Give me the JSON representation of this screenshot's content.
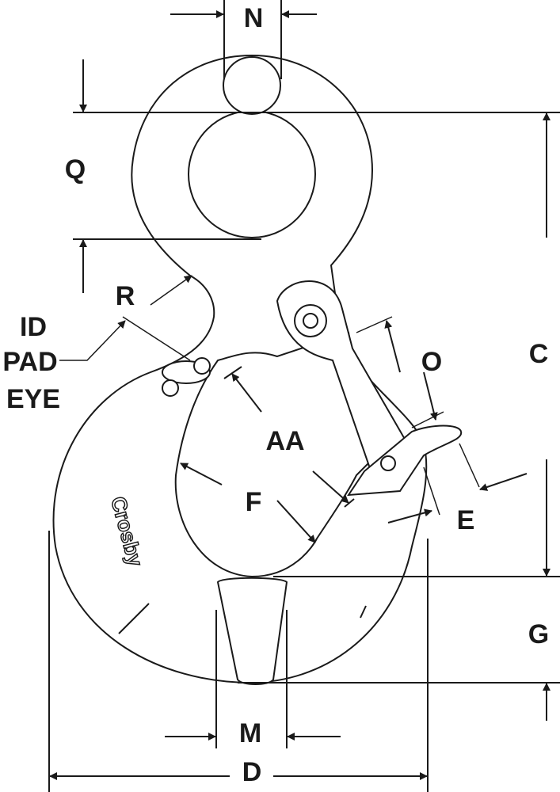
{
  "diagram": {
    "labels": {
      "N": "N",
      "Q": "Q",
      "R": "R",
      "id_pad_eye": [
        "ID",
        "PAD",
        "EYE"
      ],
      "C": "C",
      "O": "O",
      "AA": "AA",
      "F": "F",
      "E": "E",
      "G": "G",
      "M": "M",
      "D": "D"
    },
    "logo": "Crosby"
  }
}
